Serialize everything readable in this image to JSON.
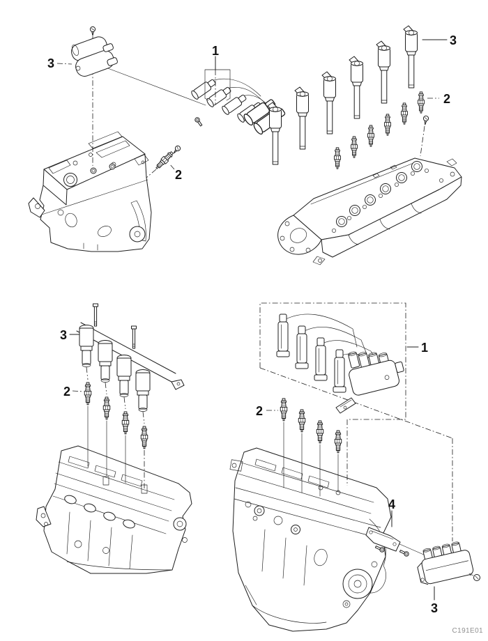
{
  "figure": {
    "code": "C191E01",
    "code_color": "#8f8f8f",
    "line_color": "#1d1d1d",
    "label_color": "#111111",
    "background": "#ffffff"
  },
  "views": {
    "top_left": {
      "callouts": {
        "ignition_coil": "3",
        "wire_set": "1",
        "spark_plug": "2"
      }
    },
    "top_right": {
      "callouts": {
        "ignition_coil": "3",
        "spark_plug": "2"
      }
    },
    "bottom_left": {
      "callouts": {
        "coil_assembly": "3",
        "spark_plug": "2"
      }
    },
    "bottom_right": {
      "callouts": {
        "wire_set": "1",
        "spark_plug": "2",
        "mounting_bracket": "4",
        "ignition_coil": "3"
      }
    }
  }
}
